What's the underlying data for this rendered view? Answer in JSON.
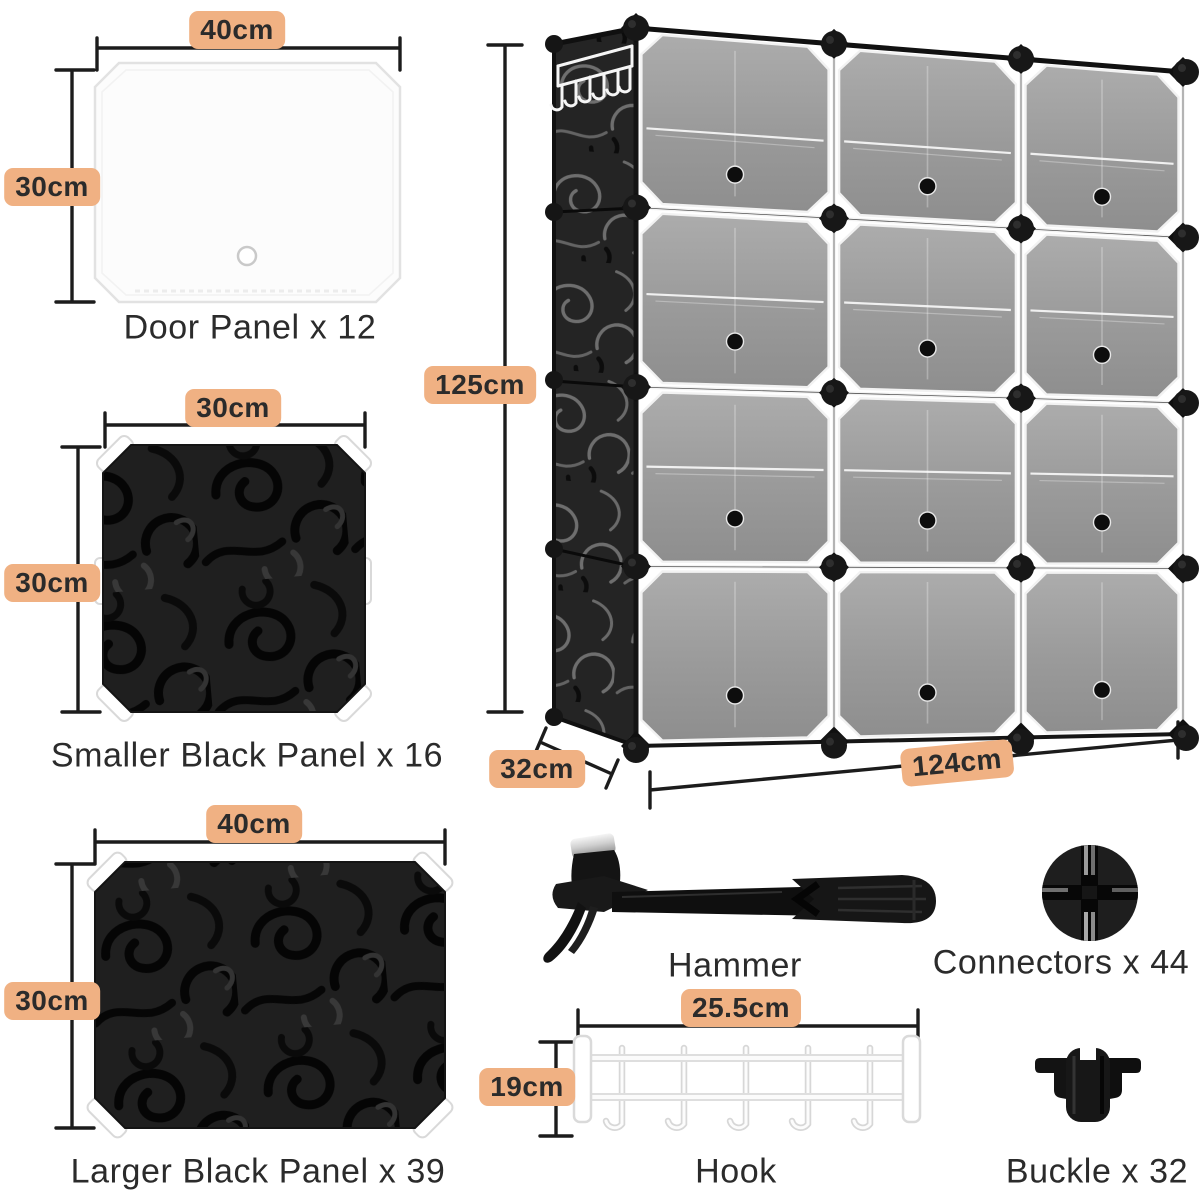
{
  "page": {
    "background": "#ffffff",
    "badge_color": "#F0B183",
    "text_color": "#2b2b2b",
    "panel_black": "#1f1f1f",
    "door_gray": "#9c9c9c"
  },
  "parts": {
    "door_panel": {
      "label": "Door Panel x 12",
      "width": "40cm",
      "height": "30cm"
    },
    "smaller_black_panel": {
      "label": "Smaller Black Panel x 16",
      "width": "30cm",
      "height": "30cm"
    },
    "larger_black_panel": {
      "label": "Larger Black Panel x 39",
      "width": "40cm",
      "height": "30cm"
    },
    "cabinet": {
      "height": "125cm",
      "width": "124cm",
      "depth": "32cm"
    },
    "hammer": {
      "label": "Hammer"
    },
    "connectors": {
      "label": "Connectors x 44"
    },
    "hook": {
      "label": "Hook",
      "width": "25.5cm",
      "height": "19cm"
    },
    "buckle": {
      "label": "Buckle x 32"
    }
  }
}
